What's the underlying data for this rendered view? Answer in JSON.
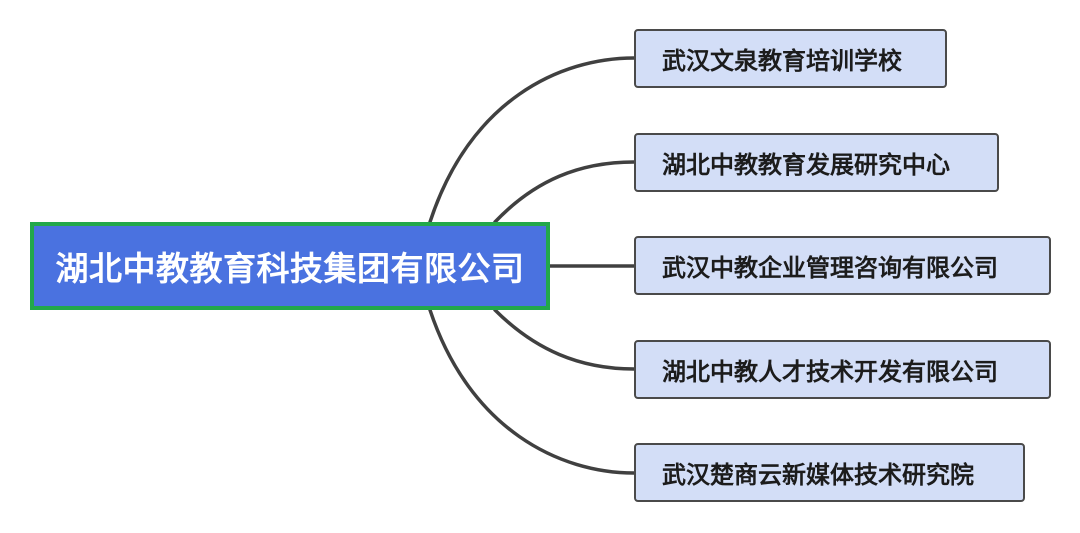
{
  "root": {
    "label": "湖北中教教育科技集团有限公司"
  },
  "children": [
    {
      "label": "武汉文泉教育培训学校"
    },
    {
      "label": "湖北中教教育发展研究中心"
    },
    {
      "label": "武汉中教企业管理咨询有限公司"
    },
    {
      "label": "湖北中教人才技术开发有限公司"
    },
    {
      "label": "武汉楚商云新媒体技术研究院"
    }
  ],
  "colors": {
    "root_fill": "#4a72e0",
    "root_border": "#22a84a",
    "child_fill": "#d3def7",
    "child_border": "#4a4a4a",
    "connector": "#404040"
  }
}
